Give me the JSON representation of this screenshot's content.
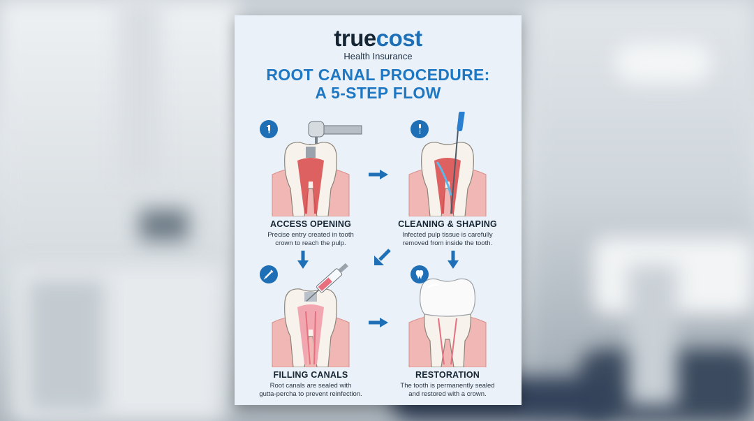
{
  "logo": {
    "true": "true",
    "cost": "cost",
    "subtitle": "Health Insurance"
  },
  "title": {
    "line1": "ROOT CANAL PROCEDURE:",
    "line2": "A 5-STEP FLOW"
  },
  "steps": [
    {
      "title": "ACCESS OPENING",
      "desc1": "Precise entry created in tooth",
      "desc2": "crown to reach the pulp."
    },
    {
      "title": "CLEANING & SHAPING",
      "desc1": "Infected pulp tissue is carefully",
      "desc2": "removed from inside the tooth."
    },
    {
      "title": "FILLING CANALS",
      "desc1": "Root canals are sealed with",
      "desc2": "gutta-percha to prevent reinfection."
    },
    {
      "title": "RESTORATION",
      "desc1": "The tooth is permanently sealed",
      "desc2": "and restored with a crown."
    }
  ],
  "colors": {
    "accent": "#1e77c2",
    "badge": "#1e6fb5",
    "gum": "#f1b7b4",
    "pulp": "#d9474a",
    "dark": "#152534"
  },
  "icons": [
    "drill-icon",
    "file-icon",
    "syringe-icon",
    "tooth-icon",
    "arrow-icon"
  ]
}
